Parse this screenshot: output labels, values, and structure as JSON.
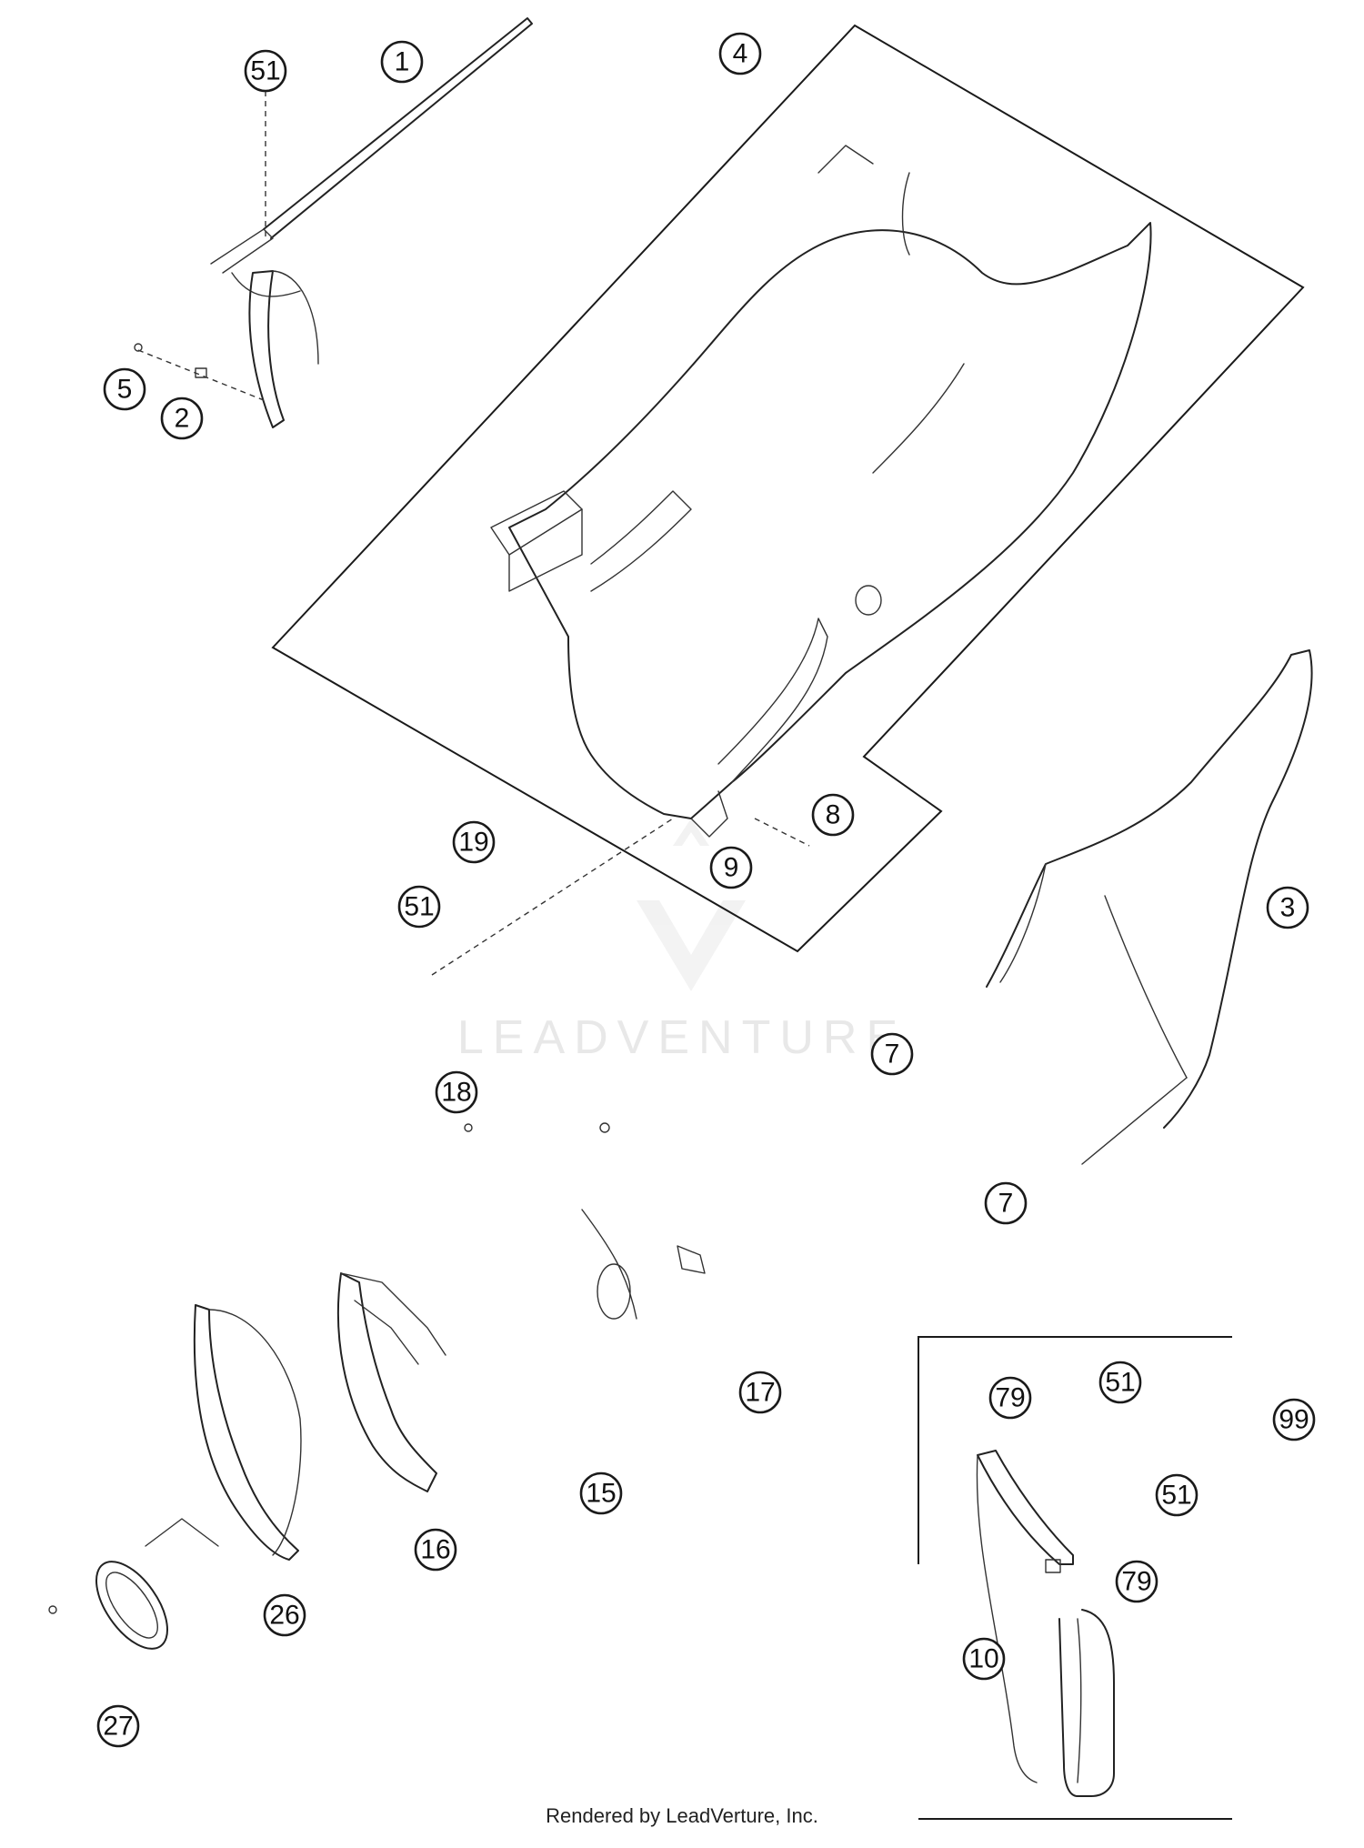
{
  "diagram": {
    "watermark": "LEADVENTURE",
    "footer": "Rendered by LeadVerture, Inc.",
    "callouts": [
      {
        "id": "c-51-a",
        "label": "51"
      },
      {
        "id": "c-1",
        "label": "1"
      },
      {
        "id": "c-4",
        "label": "4"
      },
      {
        "id": "c-5",
        "label": "5"
      },
      {
        "id": "c-2",
        "label": "2"
      },
      {
        "id": "c-19",
        "label": "19"
      },
      {
        "id": "c-51-b",
        "label": "51"
      },
      {
        "id": "c-8",
        "label": "8"
      },
      {
        "id": "c-9",
        "label": "9"
      },
      {
        "id": "c-3",
        "label": "3"
      },
      {
        "id": "c-7-a",
        "label": "7"
      },
      {
        "id": "c-18",
        "label": "18"
      },
      {
        "id": "c-7-b",
        "label": "7"
      },
      {
        "id": "c-17",
        "label": "17"
      },
      {
        "id": "c-79-a",
        "label": "79"
      },
      {
        "id": "c-51-c",
        "label": "51"
      },
      {
        "id": "c-99",
        "label": "99"
      },
      {
        "id": "c-15",
        "label": "15"
      },
      {
        "id": "c-51-d",
        "label": "51"
      },
      {
        "id": "c-16",
        "label": "16"
      },
      {
        "id": "c-79-b",
        "label": "79"
      },
      {
        "id": "c-26",
        "label": "26"
      },
      {
        "id": "c-10",
        "label": "10"
      },
      {
        "id": "c-27",
        "label": "27"
      }
    ]
  }
}
